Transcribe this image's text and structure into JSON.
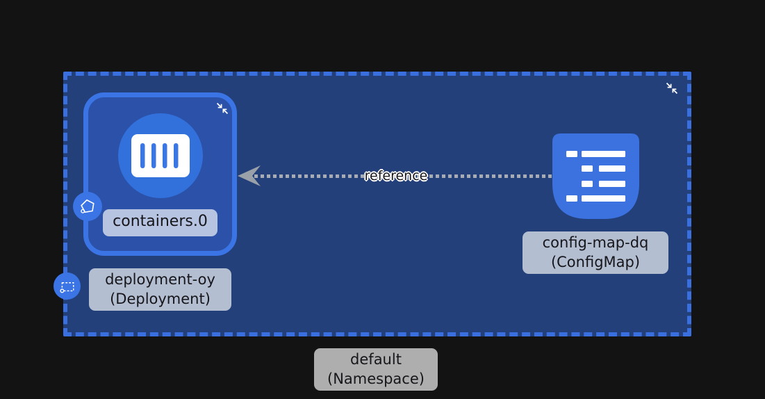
{
  "namespace": {
    "name": "default",
    "kind": "(Namespace)"
  },
  "deployment": {
    "name": "deployment-oy",
    "kind": "(Deployment)",
    "container_label": "containers.0"
  },
  "configmap": {
    "name": "config-map-dq",
    "kind": "(ConfigMap)"
  },
  "edge": {
    "label": "reference"
  },
  "icons": {
    "container": "container-icon",
    "configmap": "configmap-list-icon",
    "pod_badge": "pod-pentagon-icon",
    "deployment_badge": "deployment-dashed-rect-icon",
    "collapse": "collapse-arrows-icon"
  },
  "colors": {
    "background": "#131313",
    "namespace_fill": "#24407a",
    "namespace_border": "#3a6fe0",
    "node_fill": "#2b52a8",
    "node_border": "#3b74e4",
    "container_circle": "#3270dc",
    "icon_blue": "#3b72e0",
    "edge_gray": "#9ba1a9",
    "label_bg_gray": "#b3bac6",
    "label_text": "#16161b"
  }
}
